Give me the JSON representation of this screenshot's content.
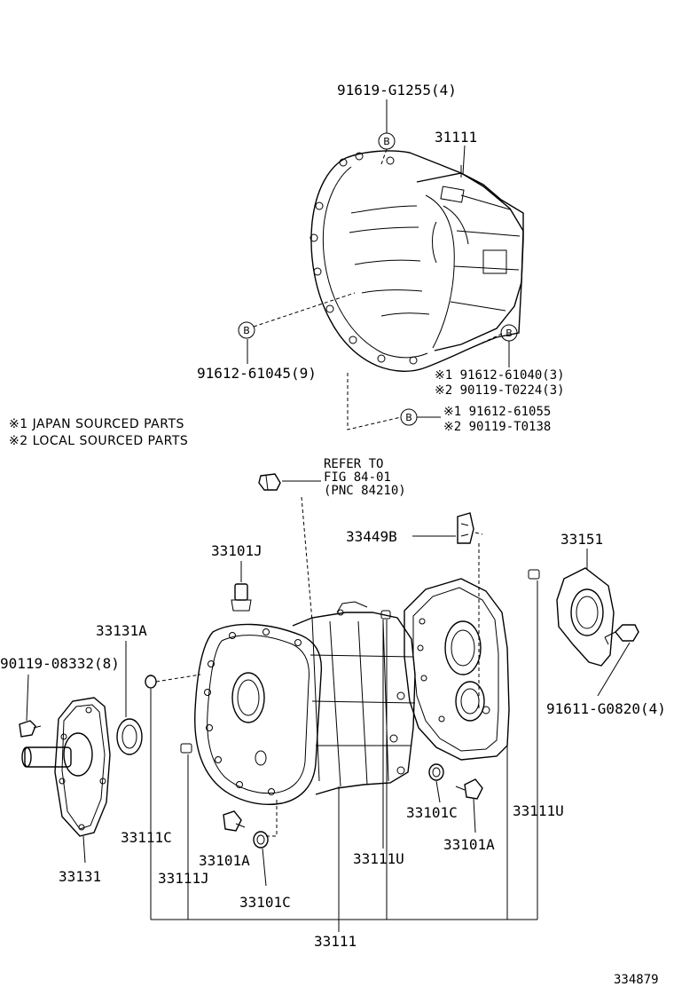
{
  "labels": {
    "top_bolt": "91619-G1255(4)",
    "bell_housing_top": "31111",
    "bolt_left": "91612-61045(9)",
    "bolt_right_1": "※1 91612-61040(3)",
    "bolt_right_2": "※2 90119-T0224(3)",
    "bolt_lower_1": "※1 91612-61055",
    "bolt_lower_2": "※2 90119-T0138",
    "refer_1": "REFER TO",
    "refer_2": "FIG 84-01",
    "refer_3": "(PNC 84210)",
    "plug_j": "33101J",
    "seal_a": "33131A",
    "bolt_8332": "90119-08332(8)",
    "clip_b": "33449B",
    "cover_33151": "33151",
    "bolt_g0820": "91611-G0820(4)",
    "c_left": "33111C",
    "plug_a_left": "33101A",
    "pin_j": "33111J",
    "gasket_c_bottom": "33101C",
    "u_center": "33111U",
    "gasket_c_right": "33101C",
    "plug_a_right": "33101A",
    "u_right": "33111U",
    "retainer": "33131",
    "case_main": "33111",
    "figure_no": "334879"
  },
  "circle_letter": "B",
  "notes": {
    "japan": "※1 JAPAN SOURCED PARTS",
    "local": "※2 LOCAL SOURCED PARTS"
  }
}
